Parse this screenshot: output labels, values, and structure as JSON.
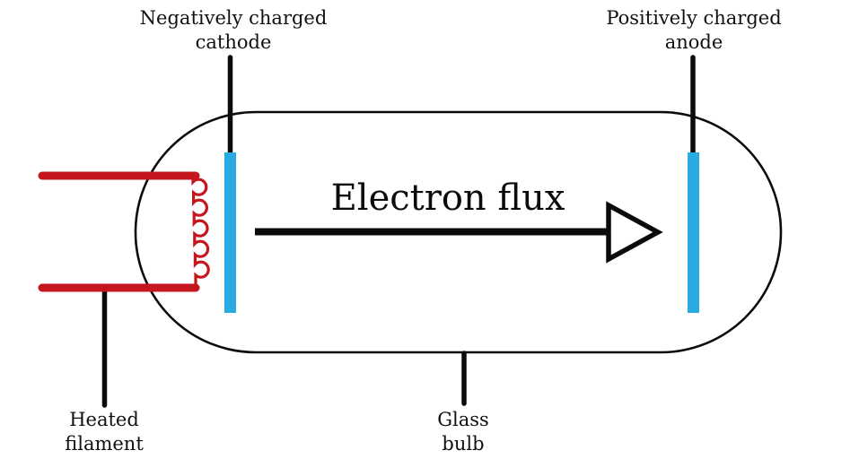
{
  "colors": {
    "electrode": "#29abe2",
    "filament": "#c4161c",
    "line": "#0b0b0b"
  },
  "labels": {
    "cathode_line1": "Negatively charged",
    "cathode_line2": "cathode",
    "anode_line1": "Positively charged",
    "anode_line2": "anode",
    "electron_flux": "Electron flux",
    "filament_line1": "Heated",
    "filament_line2": "filament",
    "bulb_line1": "Glass",
    "bulb_line2": "bulb"
  }
}
